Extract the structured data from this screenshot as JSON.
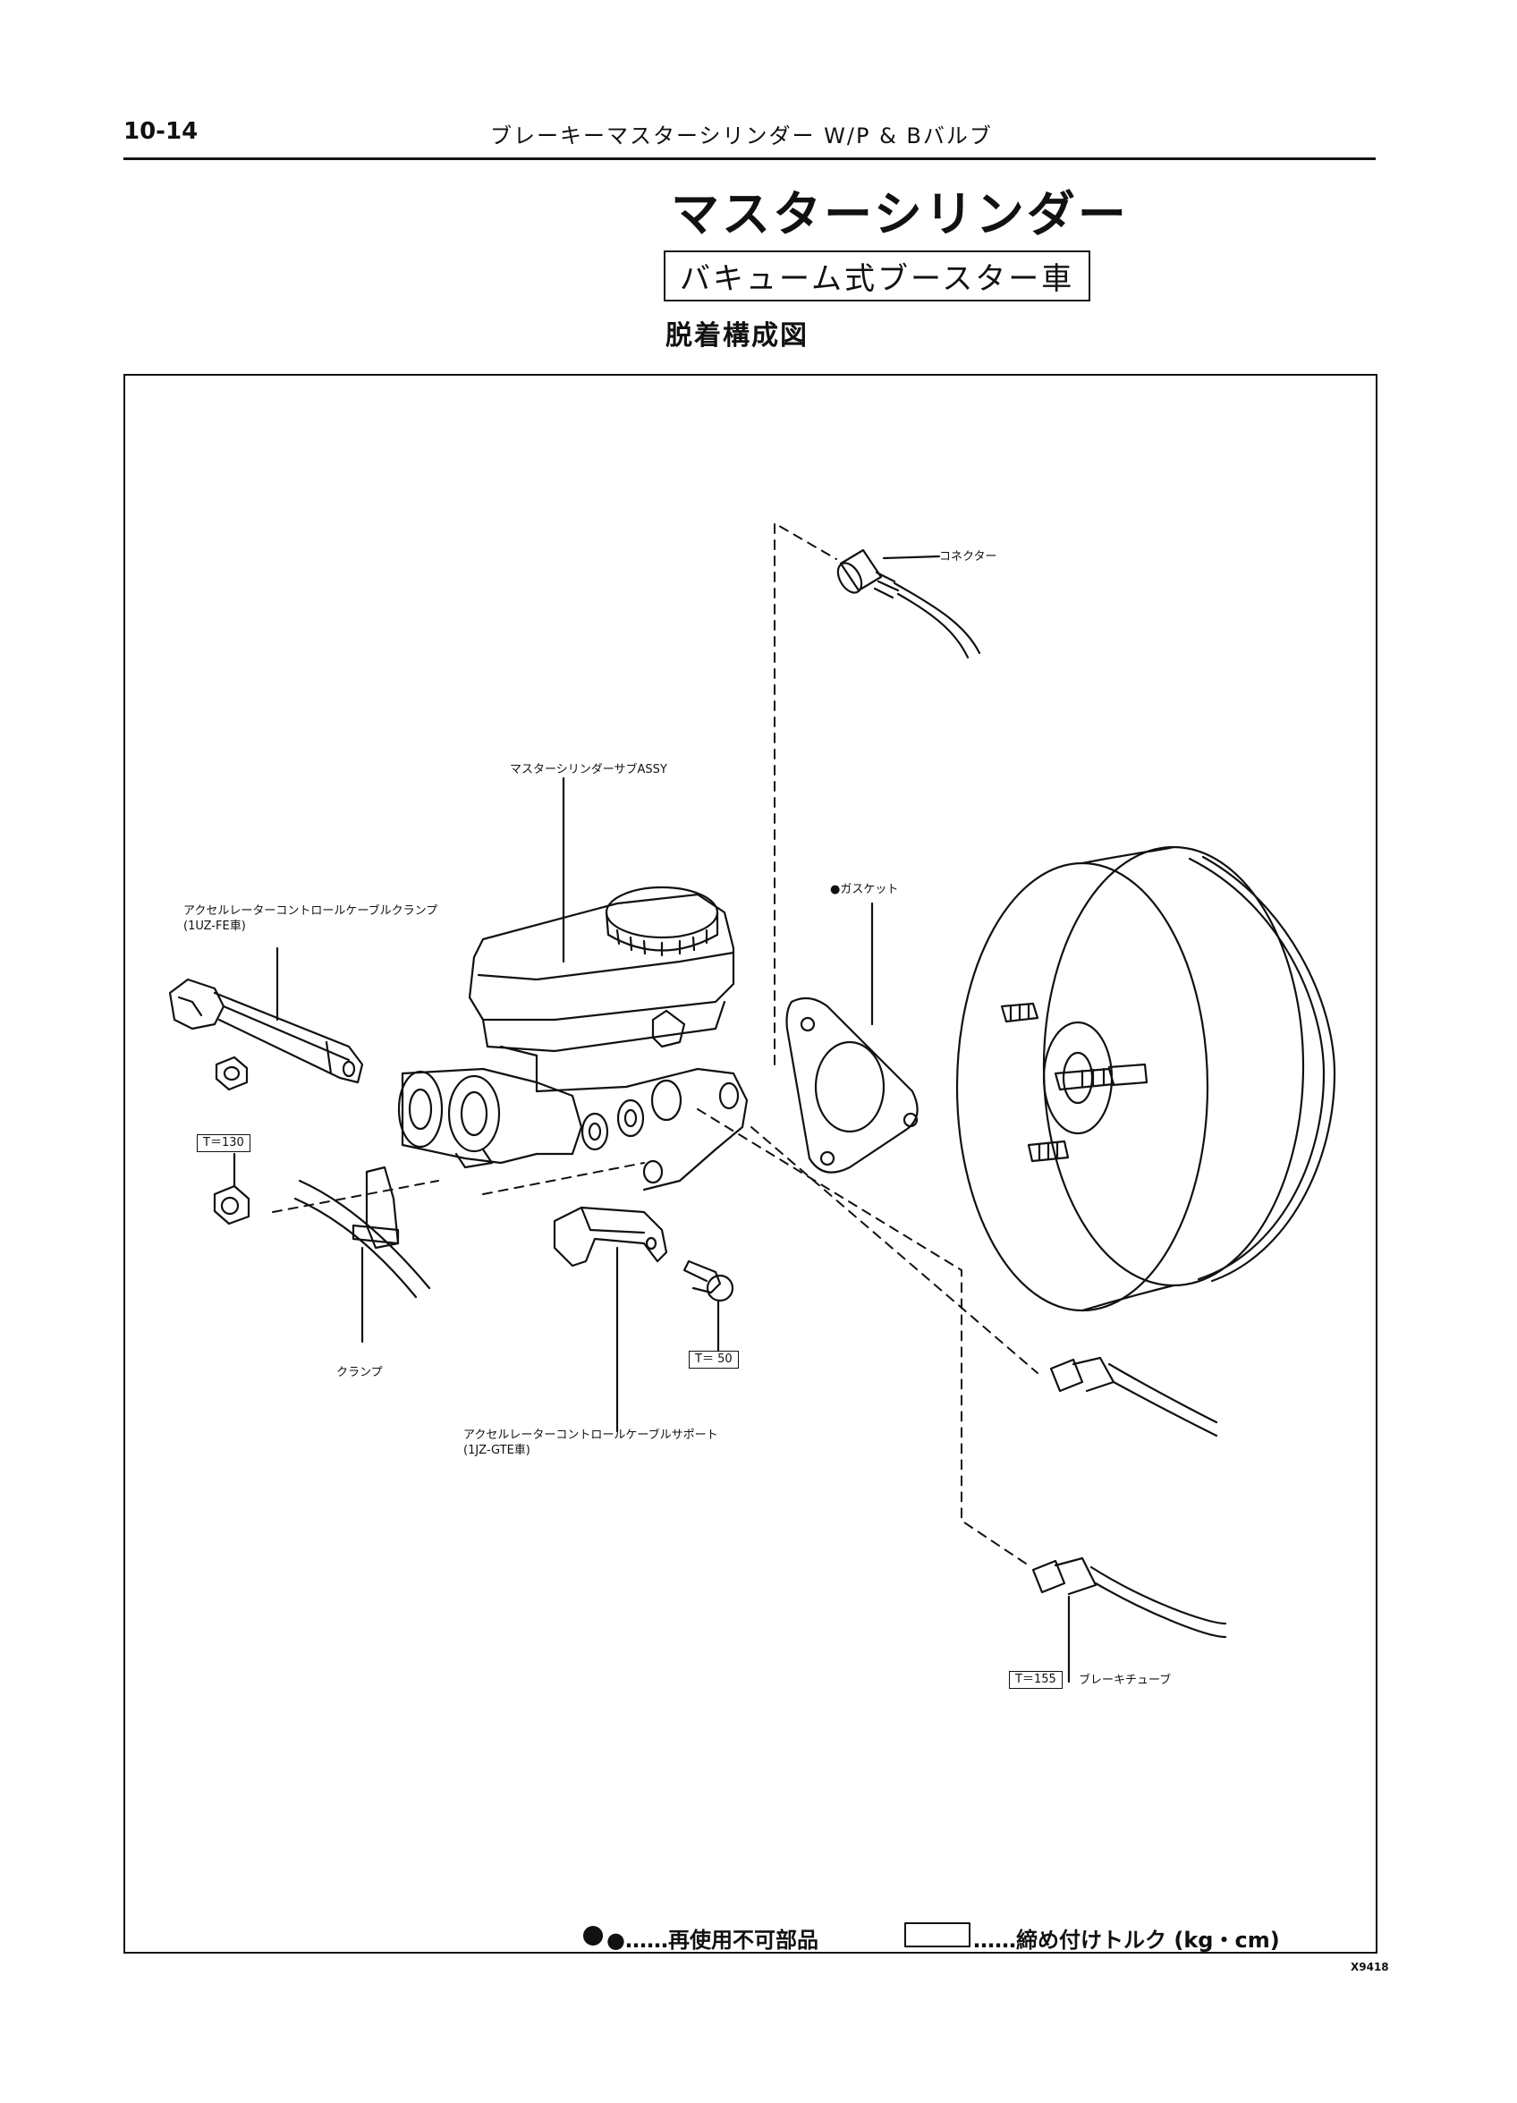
{
  "header": {
    "page_number": "10-14",
    "section": "ブレーキーマスターシリンダー W/P & Bバルブ"
  },
  "title": "マスターシリンダー",
  "subtitle": "バキューム式ブースター車",
  "heading": "脱着構成図",
  "labels": {
    "connector": "コネクター",
    "master_cylinder": "マスターシリンダーサブASSY",
    "clamp_accel_1": "アクセルレーターコントロールケーブルクランプ",
    "clamp_accel_2": "(1UZ-FE車)",
    "gasket": "●ガスケット",
    "clamp": "クランプ",
    "support_1": "アクセルレーターコントロールケーブルサポート",
    "support_2": "(1JZ-GTE車)",
    "brake_tube": "ブレーキチューブ"
  },
  "torques": {
    "nut": "T＝130",
    "bolt": "T＝ 50",
    "tube": "T＝155"
  },
  "legend": {
    "non_reusable": "●……再使用不可部品",
    "torque": "……締め付けトルク (kg・cm)"
  },
  "figure_code": "X9418"
}
